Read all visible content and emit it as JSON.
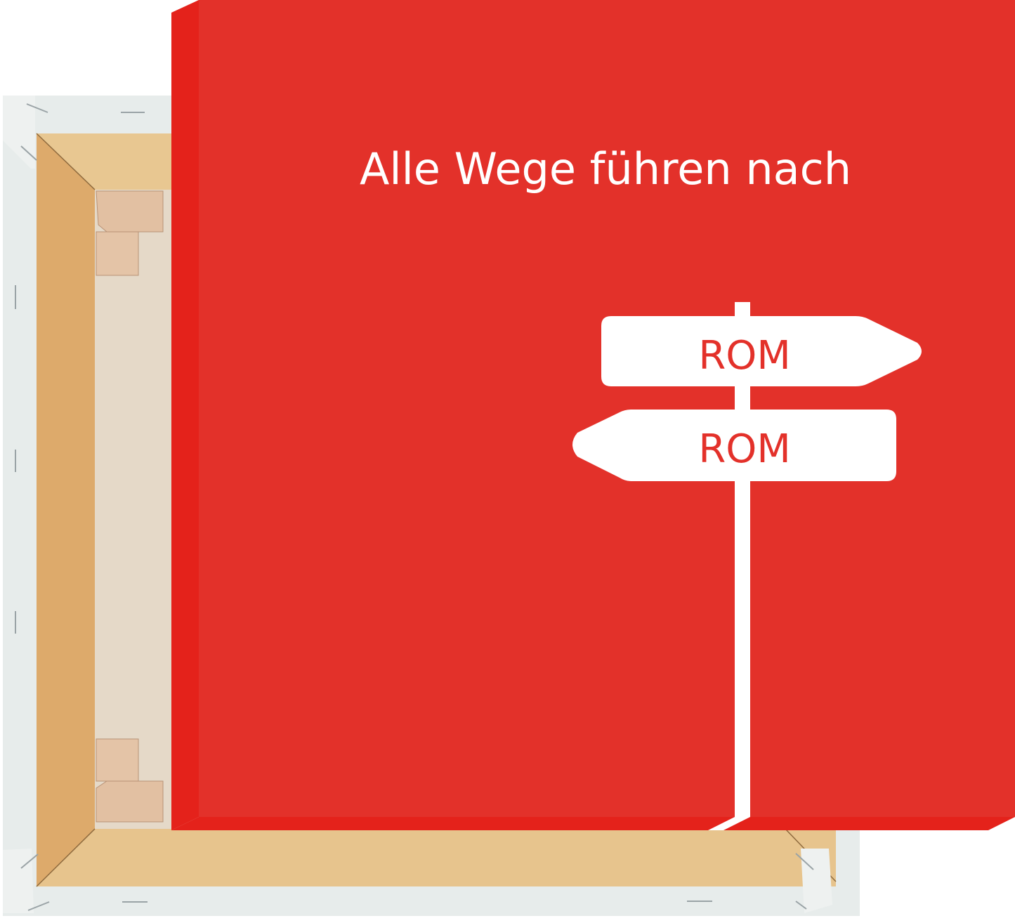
{
  "product": {
    "type": "canvas-print",
    "view": "front-and-back"
  },
  "artwork": {
    "headline": "Alle Wege führen nach",
    "signs": [
      {
        "label": "ROM",
        "direction": "right"
      },
      {
        "label": "ROM",
        "direction": "left"
      }
    ],
    "colors": {
      "background": "#E3312A",
      "edge": "#E4221B",
      "foreground": "#FFFFFF"
    }
  },
  "back": {
    "colors": {
      "canvas_fold": "#E6EBEA",
      "frame_wood": "#E6BF86",
      "frame_wood_dark": "#D9A86A",
      "wedge_wood": "#E3C2A5",
      "inner_canvas": "#E6DACB"
    }
  }
}
